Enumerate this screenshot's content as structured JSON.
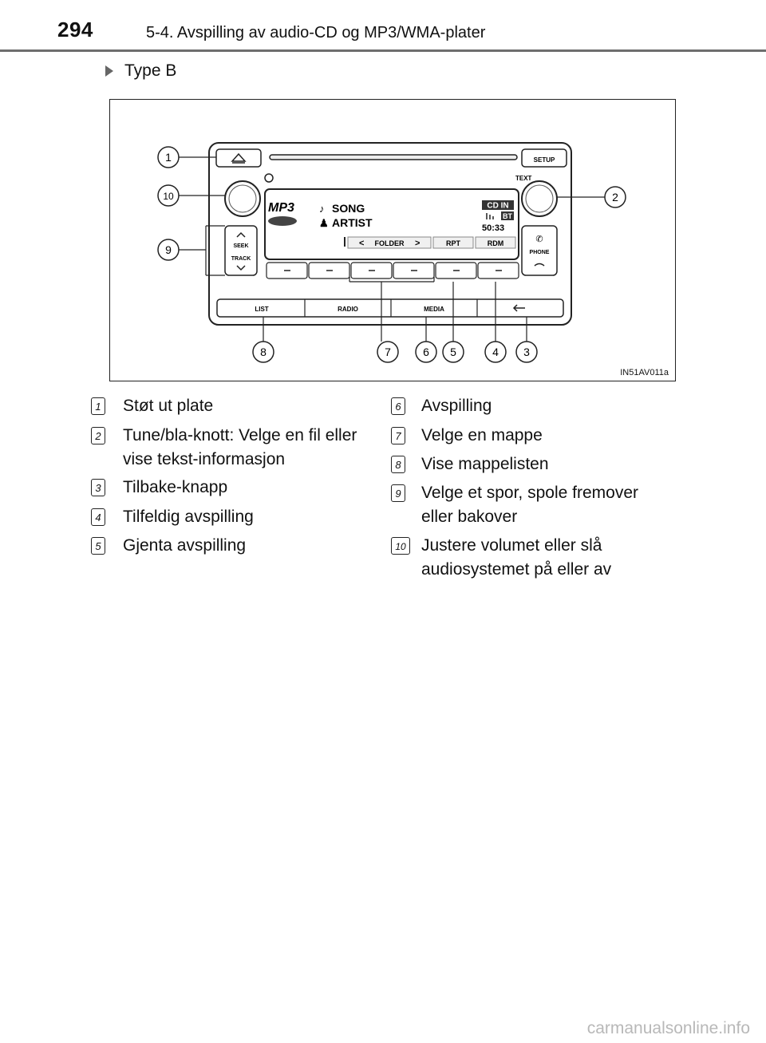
{
  "header": {
    "page_number": "294",
    "section_title": "5-4. Avspilling av audio-CD og MP3/WMA-plater"
  },
  "subheading": "Type B",
  "figure": {
    "code": "IN51AV011a",
    "device": {
      "setup_label": "SETUP",
      "text_label": "TEXT",
      "display": {
        "format": "MP3",
        "song": "SONG",
        "artist": "ARTIST",
        "cd_in": "CD IN",
        "bt": "BT",
        "time": "50:33",
        "folder_label": "FOLDER",
        "rpt_label": "RPT",
        "rdm_label": "RDM"
      },
      "seek_label": "SEEK",
      "track_label": "TRACK",
      "phone_label": "PHONE",
      "bottom_buttons": [
        "LIST",
        "RADIO",
        "MEDIA"
      ]
    },
    "callouts": [
      "1",
      "2",
      "3",
      "4",
      "5",
      "6",
      "7",
      "8",
      "9",
      "10"
    ]
  },
  "legend": {
    "left": [
      {
        "num": "1",
        "lines": [
          "Støt ut plate"
        ]
      },
      {
        "num": "2",
        "lines": [
          "Tune/bla-knott: Velge en fil eller",
          "vise tekst-informasjon"
        ]
      },
      {
        "num": "3",
        "lines": [
          "Tilbake-knapp"
        ]
      },
      {
        "num": "4",
        "lines": [
          "Tilfeldig avspilling"
        ]
      },
      {
        "num": "5",
        "lines": [
          "Gjenta avspilling"
        ]
      }
    ],
    "right": [
      {
        "num": "6",
        "lines": [
          "Avspilling"
        ]
      },
      {
        "num": "7",
        "lines": [
          "Velge en mappe"
        ]
      },
      {
        "num": "8",
        "lines": [
          "Vise mappelisten"
        ]
      },
      {
        "num": "9",
        "lines": [
          "Velge et spor, spole fremover",
          "eller bakover"
        ]
      },
      {
        "num": "10",
        "lines": [
          "Justere volumet eller slå",
          "audiosystemet på eller av"
        ]
      }
    ]
  },
  "watermark": "carmanualsonline.info"
}
